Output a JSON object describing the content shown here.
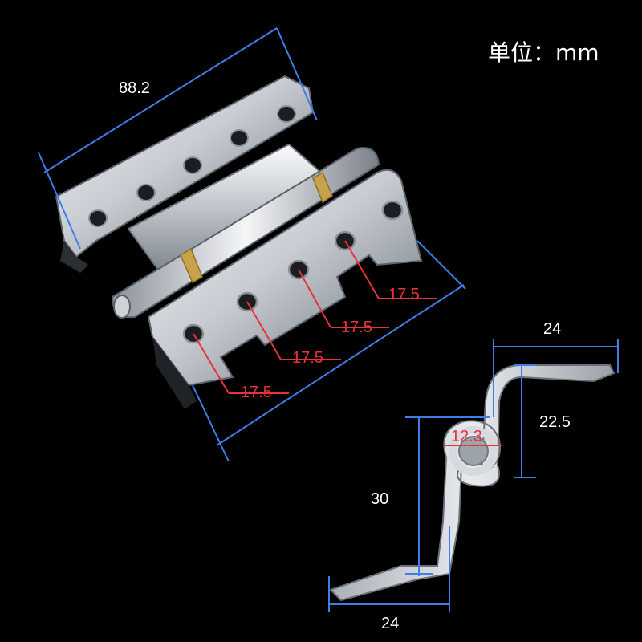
{
  "unit_label": "单位：mm",
  "hinge_dimensions": {
    "total_length": "88.2",
    "hole_spacing": [
      "17.5",
      "17.5",
      "17.5",
      "17.5"
    ]
  },
  "profile_dimensions": {
    "top_width": "24",
    "upper_height": "22.5",
    "knuckle_diameter": "12.3",
    "lower_height": "30",
    "bottom_width": "24"
  },
  "colors": {
    "background": "#000000",
    "dimension_line": "#3f7ee8",
    "label_white": "#ffffff",
    "label_red": "#e8323a",
    "metal_light": "#d9dde2",
    "metal_dark": "#6f757d",
    "brass": "#c8a24a"
  }
}
